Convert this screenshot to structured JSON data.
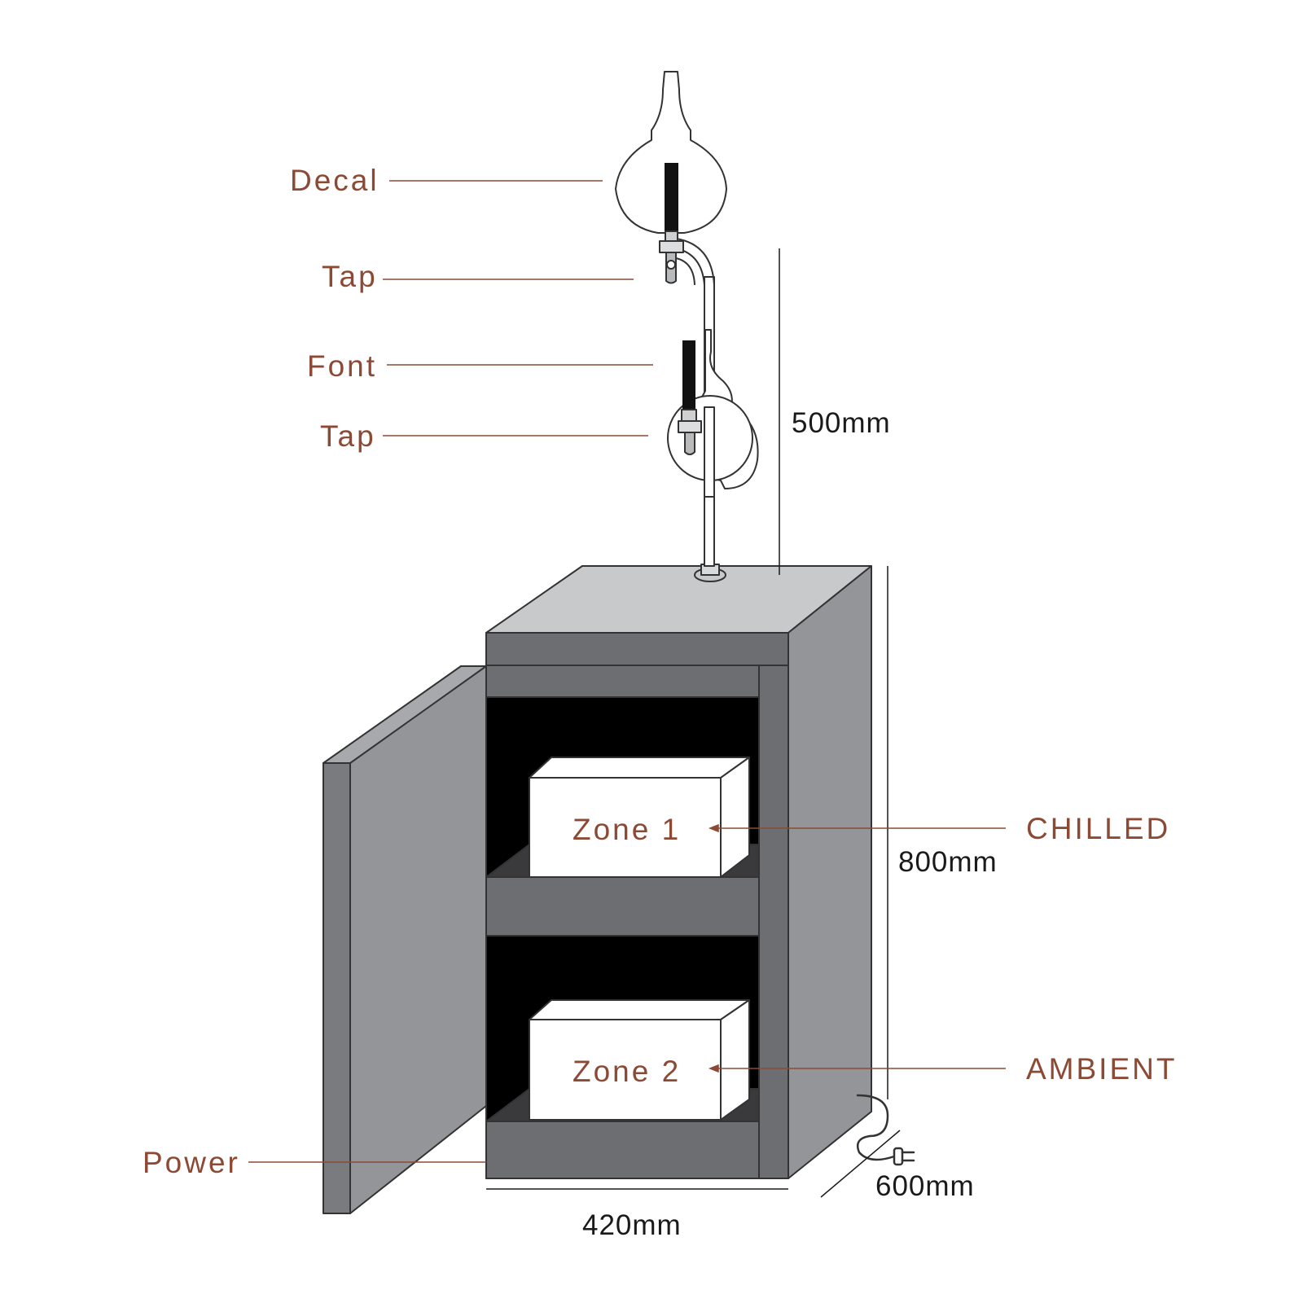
{
  "colors": {
    "label": "#8c4a35",
    "dimension": "#1a1a1a",
    "cabinet_top": "#c8c9cb",
    "cabinet_front": "#6d6e71",
    "cabinet_side": "#939598",
    "door_face": "#939598",
    "door_edge": "#7a7b7e",
    "interior": "#000000",
    "box": "#ffffff",
    "outline": "#333333"
  },
  "labels": {
    "decal": "Decal",
    "tap_upper": "Tap",
    "font": "Font",
    "tap_lower": "Tap",
    "chilled": "CHILLED",
    "ambient": "AMBIENT",
    "power": "Power",
    "zone1": "Zone 1",
    "zone2": "Zone 2"
  },
  "dimensions": {
    "font_height": "500mm",
    "cabinet_height": "800mm",
    "cabinet_depth": "600mm",
    "cabinet_width": "420mm"
  }
}
